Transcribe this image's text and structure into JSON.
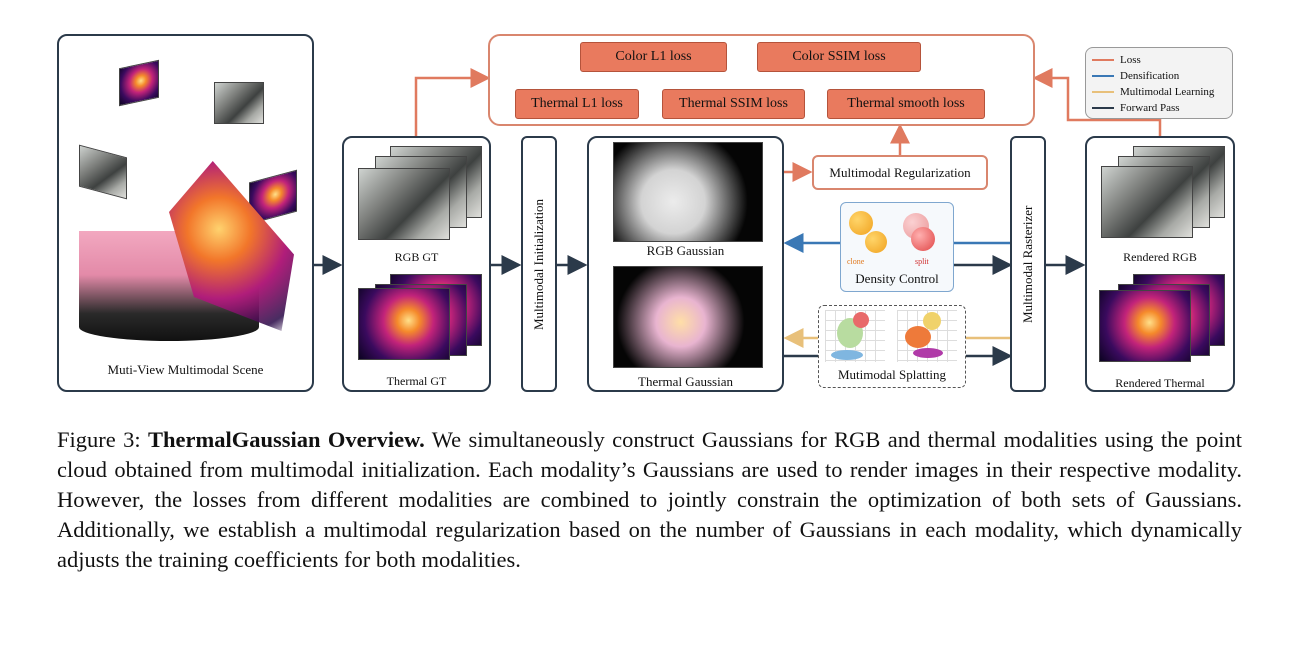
{
  "figure": {
    "scene_label": "Muti-View Multimodal Scene",
    "rgb_gt_label": "RGB GT",
    "thermal_gt_label": "Thermal GT",
    "multimodal_init_label": "Multimodal Initialization",
    "rgb_gaussian_label": "RGB Gaussian",
    "thermal_gaussian_label": "Thermal Gaussian",
    "multimodal_reg_label": "Multimodal Regularization",
    "density_control_label": "Density Control",
    "clone_label": "clone",
    "split_label": "split",
    "splatting_label": "Mutimodal Splatting",
    "rasterizer_label": "Multimodal Rasterizer",
    "rendered_rgb_label": "Rendered RGB",
    "rendered_thermal_label": "Rendered Thermal",
    "losses": {
      "color_l1": "Color L1 loss",
      "color_ssim": "Color SSIM loss",
      "thermal_l1": "Thermal L1 loss",
      "thermal_ssim": "Thermal SSIM loss",
      "thermal_smooth": "Thermal smooth loss"
    },
    "legend": {
      "loss": "Loss",
      "densification": "Densification",
      "multimodal_learning": "Multimodal Learning",
      "forward_pass": "Forward Pass"
    },
    "colors": {
      "loss": "#e07a5f",
      "densification": "#3a78b5",
      "multimodal_learning": "#e8c07a",
      "forward_pass": "#2b3a4a"
    }
  },
  "caption": {
    "prefix": "Figure 3: ",
    "title": "ThermalGaussian Overview.",
    "body": " We simultaneously construct Gaussians for RGB and thermal modalities using the point cloud obtained from multimodal initialization. Each modality’s Gaussians are used to render images in their respective modality. However, the losses from different modalities are combined to jointly constrain the optimization of both sets of Gaussians. Additionally, we establish a multimodal regularization based on the number of Gaussians in each modality, which dynamically adjusts the training coefficients for both modalities."
  }
}
